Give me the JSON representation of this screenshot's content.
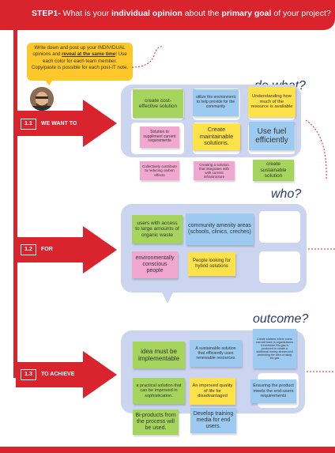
{
  "header": {
    "step": "STEP1-",
    "q1": " What is your ",
    "q2": "individual opinion",
    "q3": " about the ",
    "q4": "primary goal",
    "q5": " of your project?"
  },
  "instruction": {
    "line1": "Write down and post up your INDIVIDUAL opinions and ",
    "bold": "reveal at the same time",
    "line2": "! Use each color for each team member. Copy/paste is possible for each post-IT note."
  },
  "sections": {
    "what": {
      "title": "do what?",
      "badge": "1.1",
      "label": "WE WANT TO"
    },
    "who": {
      "title": "who?",
      "badge": "1.2",
      "label": "FOR"
    },
    "outcome": {
      "title": "outcome?",
      "badge": "1.3",
      "label": "TO ACHIEVE"
    }
  },
  "notes": {
    "what": [
      {
        "text": "create cost-effective solution",
        "color": "green"
      },
      {
        "text": "utilize the environment to help provide for the community",
        "color": "blue"
      },
      {
        "text": "Understanding how much of the resource is available",
        "color": "yellow"
      },
      {
        "text": "Solution to suppliment current requirements",
        "color": "pink"
      },
      {
        "text": "Create maintainable solutions.",
        "color": "yellow"
      },
      {
        "text": "Use fuel efficiently",
        "color": "blue"
      },
      {
        "text": "Collectively contribute to reducing carbon effects",
        "color": "pink"
      },
      {
        "text": "Creating a solution that integrates with with current infrastructure",
        "color": "pink"
      },
      {
        "text": "create sustainable solution",
        "color": "green"
      }
    ],
    "who": [
      {
        "text": "users with access to large amounts of organic waste",
        "color": "green"
      },
      {
        "text": "community amenity areas (schools, clinics, creches)",
        "color": "blue"
      },
      {
        "text": "environmentally conscious people",
        "color": "pink"
      },
      {
        "text": "People looking for hybrid solutions",
        "color": "yellow"
      }
    ],
    "outcome": [
      {
        "text": "idea must be implementable",
        "color": "green"
      },
      {
        "text": "A sustainable solution that efficiently uses renewable resources",
        "color": "blue"
      },
      {
        "text": "Create stations where users can sell back to organizations if excessive Bio-gas is produced to create a additional money stream and promoting the idea of using bio gas",
        "color": "blue"
      },
      {
        "text": "a practical solution that can be improved in sophistication.",
        "color": "green"
      },
      {
        "text": "An improved quality of life for disadvantaged",
        "color": "yellow"
      },
      {
        "text": "Ensuring the product meets the end-users requirements",
        "color": "blue"
      },
      {
        "text": "Bi-products from the process will be used.",
        "color": "green"
      },
      {
        "text": "Develop training media for end users.",
        "color": "blue"
      }
    ]
  },
  "colors": {
    "red": "#d9232d",
    "panel": "#ccd5ef",
    "title": "#2a3a6a",
    "green": "#a6d55e",
    "yellow": "#ffe24a",
    "blue": "#9dcaf0",
    "pink": "#f2a7d0"
  }
}
